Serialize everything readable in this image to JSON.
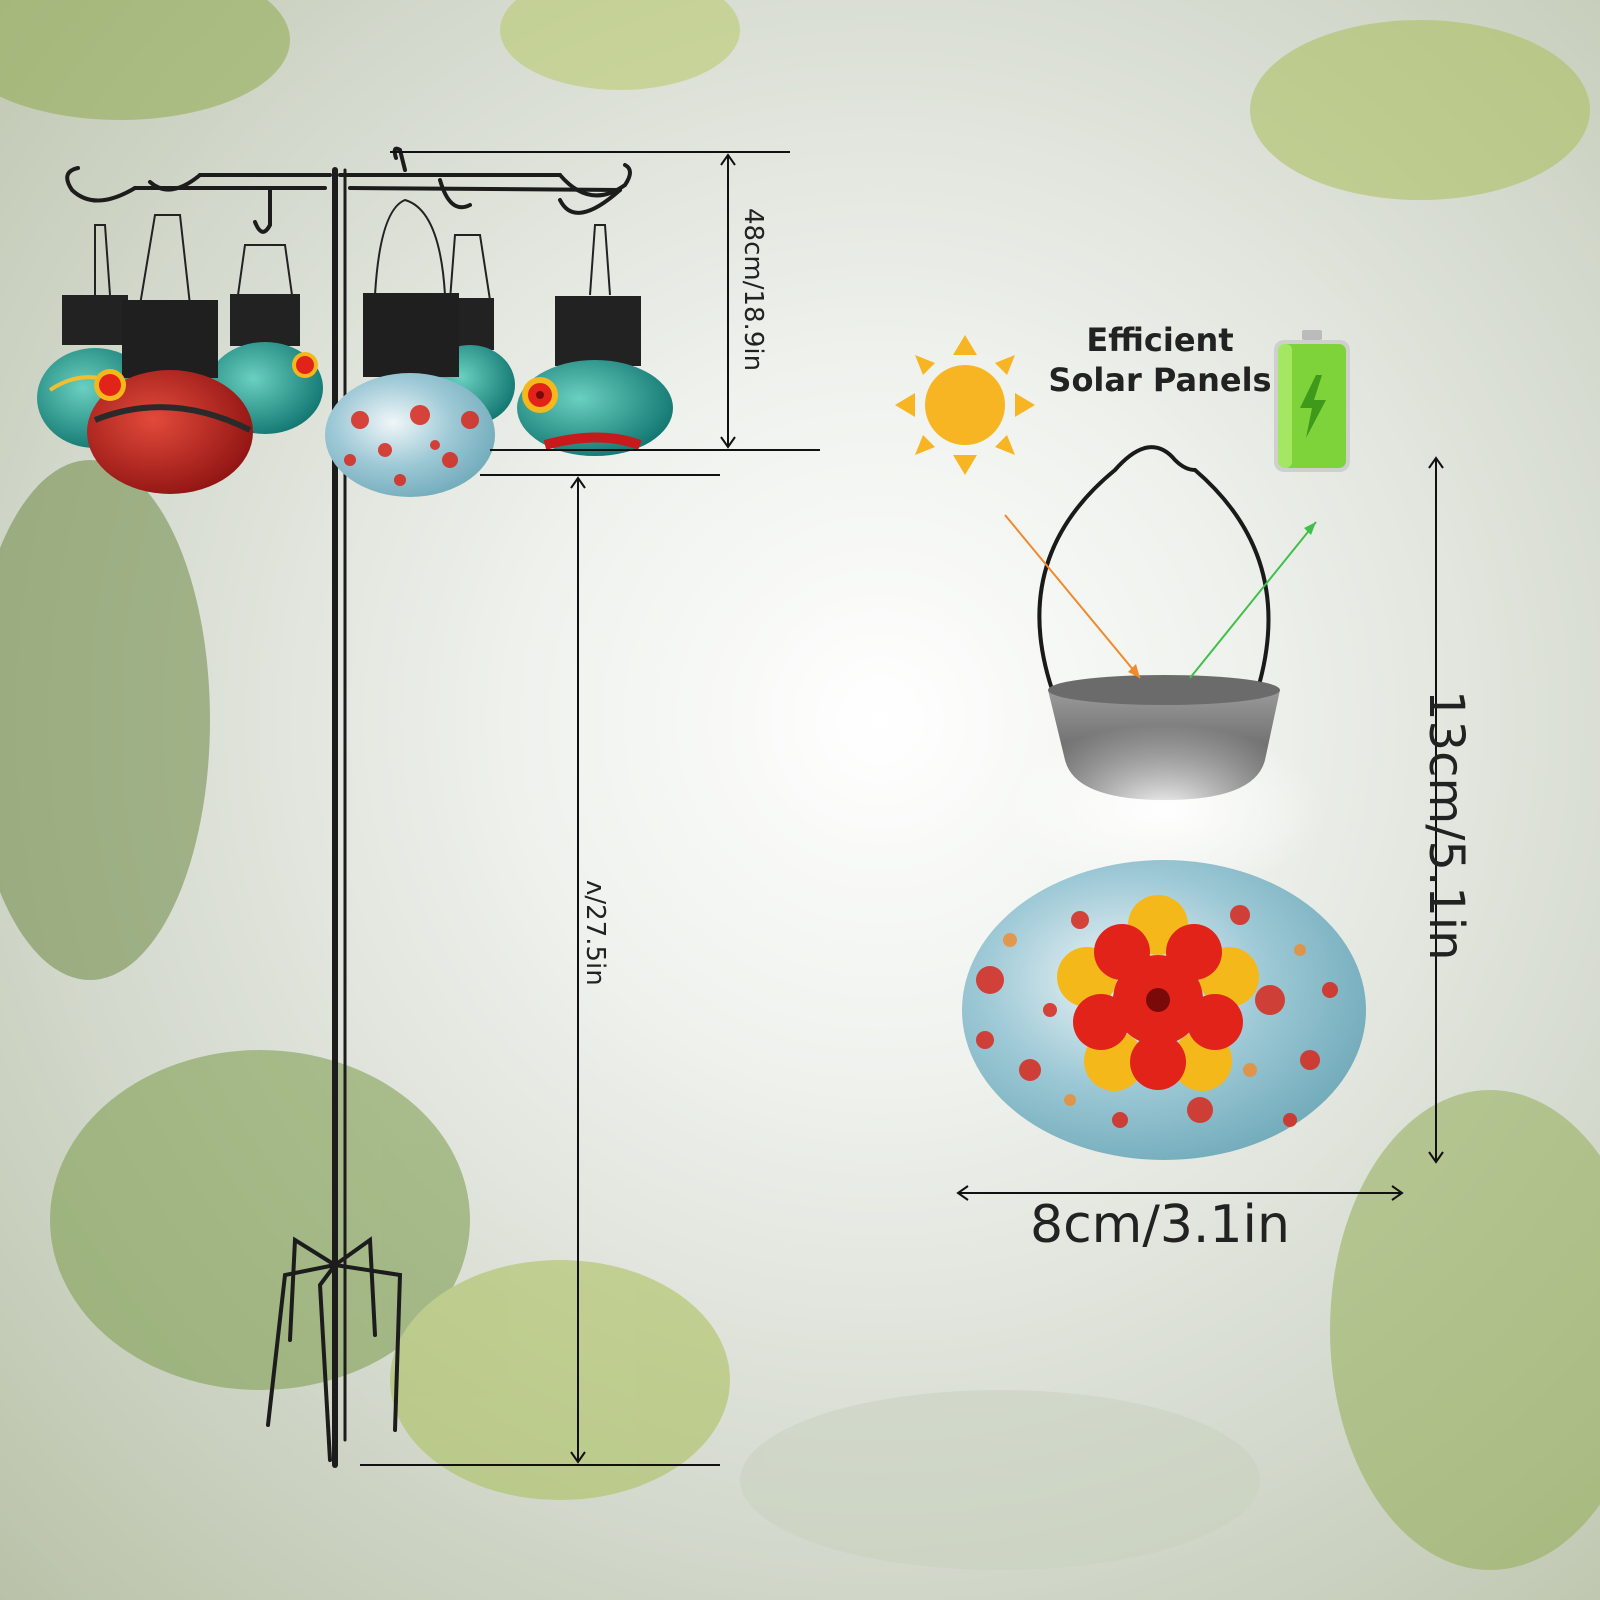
{
  "feature": {
    "line1": "Efficient",
    "line2": "Solar Panels"
  },
  "dimensions": {
    "hanger_height": "48cm/18.9in",
    "pole_height": "ʌ/27.5in",
    "feeder_height": "13cm/5.1in",
    "feeder_width": "8cm/3.1in"
  },
  "icons": {
    "sun": "sun-icon",
    "battery": "battery-charging-icon"
  },
  "colors": {
    "sun": "#f7b523",
    "battery": "#7ed23a",
    "arrow_in": "#f08a2a",
    "arrow_out": "#3ec04a",
    "flower_red": "#e2231a",
    "flower_yellow": "#f5b81a"
  }
}
